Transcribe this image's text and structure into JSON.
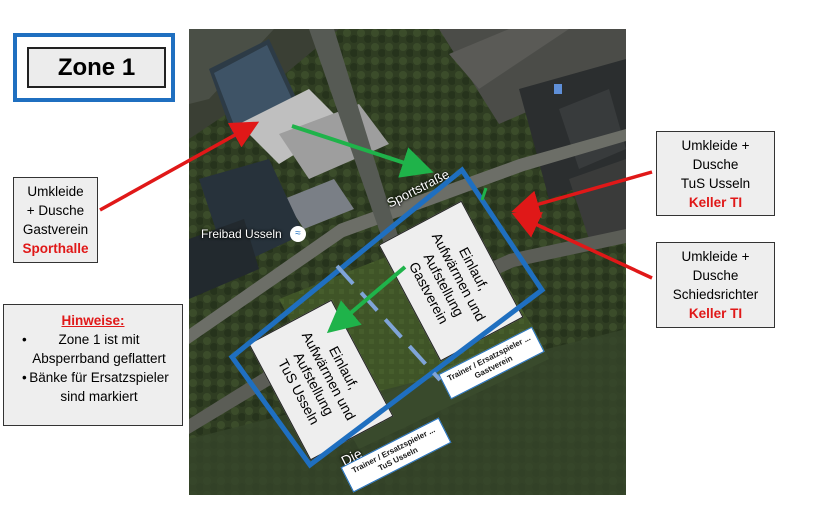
{
  "zone_title": "Zone 1",
  "gast_box": {
    "line1": "Umkleide",
    "line2": "+ Dusche",
    "line3": "Gastverein",
    "highlight": "Sporthalle"
  },
  "tus_box": {
    "line1": "Umkleide +",
    "line2": "Dusche",
    "line3": "TuS Usseln",
    "highlight": "Keller TI"
  },
  "sr_box": {
    "line1": "Umkleide +",
    "line2": "Dusche",
    "line3": "Schiedsrichter",
    "highlight": "Keller TI"
  },
  "hinweise": {
    "title": "Hinweise:",
    "items": [
      "Zone 1 ist mit Absperrband geflattert",
      "Bänke für Ersatzspieler sind markiert"
    ]
  },
  "map": {
    "street_label": "Sportstraße",
    "freibad_label": "Freibad Usseln",
    "street_label_bottom": "Die",
    "label_gast": {
      "l1": "Einlauf,",
      "l2": "Aufwärmen und",
      "l3": "Aufstellung",
      "l4": "Gastverein"
    },
    "label_tus": {
      "l1": "Einlauf,",
      "l2": "Aufwärmen und",
      "l3": "Aufstellung",
      "l4": "TuS Usseln"
    },
    "bench_gast": {
      "l1": "Trainer / Ersatzspieler ...",
      "l2": "Gastverein"
    },
    "bench_tus": {
      "l1": "Trainer / Ersatzspieler ...",
      "l2": "TuS Usseln"
    }
  },
  "colors": {
    "zone_blue": "#1f6fc0",
    "arrow_red": "#e01818",
    "arrow_green": "#1fb34a"
  }
}
